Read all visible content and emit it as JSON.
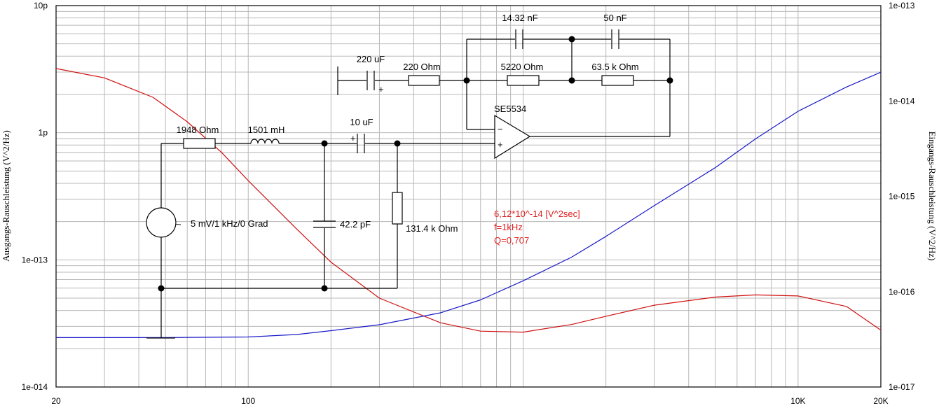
{
  "chart_data": {
    "type": "line",
    "x_scale": "log",
    "y_scale": "log",
    "xlim": [
      20,
      20000
    ],
    "ylim_left": [
      "1e-014",
      "10p"
    ],
    "ylim_right": [
      "1e-017",
      "1e-013"
    ],
    "grid": true,
    "x_ticks": [
      "20",
      "100",
      "10K",
      "20K"
    ],
    "y_ticks_left": [
      "10p",
      "1p",
      "1e-013",
      "1e-014"
    ],
    "y_ticks_right": [
      "1e-013",
      "1e-014",
      "1e-015",
      "1e-016",
      "1e-017"
    ],
    "ylabel_left": "Ausgangs-Rauschleistung (V^2/Hz)",
    "ylabel_right": "Eingangs-Rauschleistung (V^2/Hz)",
    "series": [
      {
        "color": "#d01010",
        "axis": "left",
        "x": [
          20,
          30,
          45,
          60,
          80,
          100,
          150,
          200,
          300,
          500,
          700,
          1000,
          1500,
          2000,
          3000,
          5000,
          7000,
          10000,
          15000,
          20000
        ],
        "y": [
          3.2e-12,
          2.7e-12,
          1.9e-12,
          1.22e-12,
          7e-13,
          4.2e-13,
          1.75e-13,
          9.6e-14,
          5e-14,
          3.2e-14,
          2.75e-14,
          2.7e-14,
          3.1e-14,
          3.6e-14,
          4.4e-14,
          5.1e-14,
          5.3e-14,
          5.2e-14,
          4.3e-14,
          2.8e-14
        ]
      },
      {
        "color": "#1a1ac8",
        "axis": "right",
        "x": [
          20,
          50,
          100,
          150,
          200,
          300,
          500,
          700,
          1000,
          1500,
          2000,
          3000,
          5000,
          7000,
          10000,
          15000,
          20000
        ],
        "y": [
          3.3e-17,
          3.3e-17,
          3.35e-17,
          3.55e-17,
          3.9e-17,
          4.5e-17,
          6e-17,
          8.2e-17,
          1.3e-16,
          2.3e-16,
          3.8e-16,
          8e-16,
          2e-15,
          4e-15,
          7.8e-15,
          1.4e-14,
          2e-14
        ]
      }
    ]
  },
  "schematic": {
    "labels": {
      "c_14_32": "14.32 nF",
      "c_50": "50 nF",
      "c_220u": "220 uF",
      "r_220": "220  Ohm",
      "r_5220": "5220  Ohm",
      "r_63_5k": "63.5 k Ohm",
      "opamp": "SE5534",
      "r_1948": "1948  Ohm",
      "l_1501": "1501 mH",
      "c_10u": "10 uF",
      "source": "5 mV/1 kHz/0 Grad",
      "c_42_2p": "42.2 pF",
      "r_131_4k": "131.4 k Ohm",
      "minus": "−",
      "plus": "+",
      "tilde": "~",
      "cap_plus": "+"
    }
  },
  "annotation": {
    "line1": "6,12*10^-14 [V^2sec]",
    "line2": "f=1kHz",
    "line3": "Q=0,707"
  }
}
